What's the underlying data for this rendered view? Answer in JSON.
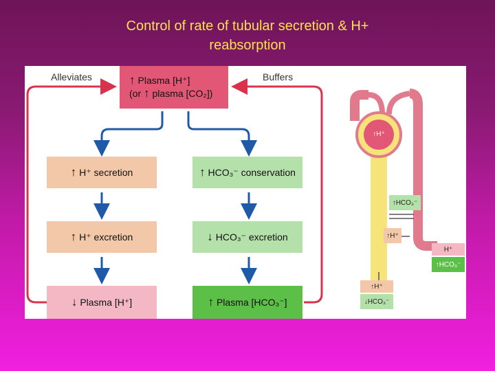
{
  "title": {
    "line1": "Control of rate of tubular secretion & H+",
    "line2": "reabsorption"
  },
  "diagram": {
    "top_box": {
      "line1": "Plasma [H⁺]",
      "line2_prefix": "(or",
      "line2": "plasma [CO₂])"
    },
    "left_label": "Alleviates",
    "right_label": "Buffers",
    "left_column": [
      {
        "arrow": "↑",
        "text": "H⁺ secretion"
      },
      {
        "arrow": "↑",
        "text": "H⁺ excretion"
      },
      {
        "arrow": "↓",
        "text": "Plasma [H⁺]"
      }
    ],
    "right_column": [
      {
        "arrow": "↑",
        "text": "HCO₃⁻ conservation"
      },
      {
        "arrow": "↓",
        "text": "HCO₃⁻ excretion"
      },
      {
        "arrow": "↑",
        "text": "Plasma [HCO₃⁻]"
      }
    ],
    "nephron": {
      "glomerulus_label": "↑H⁺",
      "tubule_hco3": "↑HCO₃⁻",
      "tubule_h": "↑H⁺",
      "blood_h": "H⁺",
      "blood_hco3": "↑HCO₃⁻",
      "urine_h": "↑H⁺",
      "urine_hco3": "↓HCO₃⁻"
    }
  }
}
